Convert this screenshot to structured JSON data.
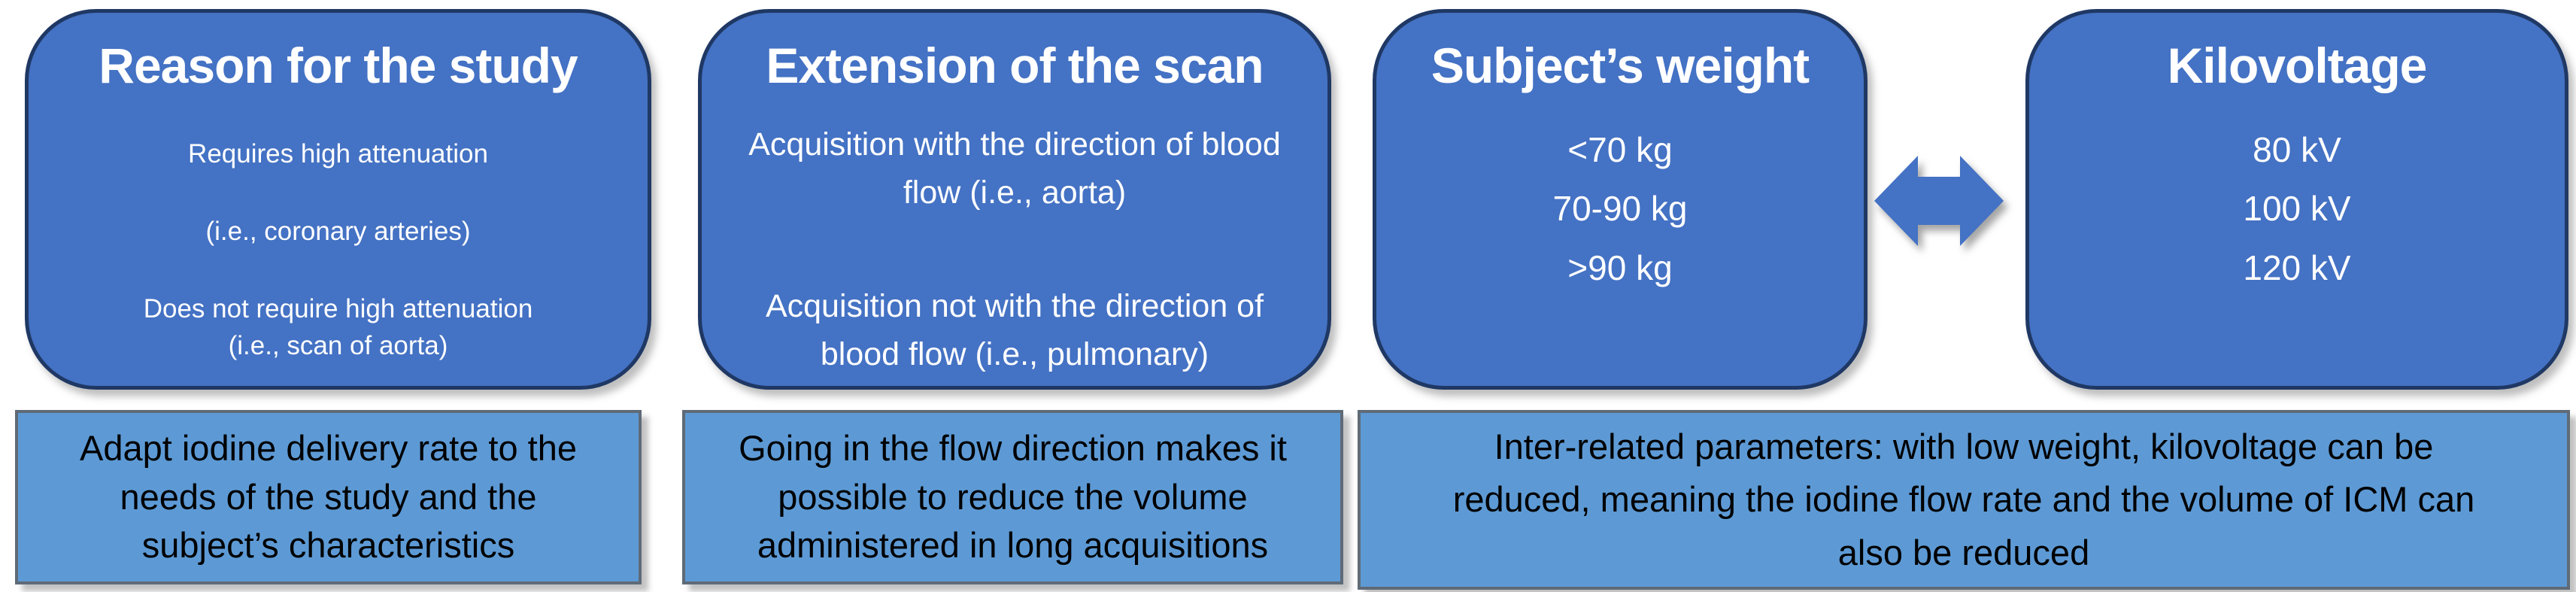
{
  "figure": {
    "background": "#ffffff",
    "colors": {
      "parameter_box_fill": "#4472c4",
      "parameter_box_border": "#1f3864",
      "parameter_box_text": "#ffffff",
      "note_box_fill": "#5d9ad5",
      "note_box_border": "#5f6b77",
      "note_box_text": "#000000",
      "arrow_fill": "#4472c4"
    },
    "icons": {
      "arrow": "left-right-arrow"
    },
    "parameter_boxes": {
      "reason": {
        "title": "Reason for the study",
        "item1": "Requires high attenuation",
        "item2": "(i.e., coronary arteries)",
        "item3": "Does not require high attenuation\n(i.e., scan of aorta)"
      },
      "extension": {
        "title": "Extension of the scan",
        "para1": "Acquisition with the direction of blood\nflow (i.e., aorta)",
        "para2": "Acquisition not with the direction of\nblood flow (i.e., pulmonary)"
      },
      "weight": {
        "title": "Subject’s weight",
        "option1": "<70 kg",
        "option2": "70-90 kg",
        "option3": ">90 kg"
      },
      "kilovoltage": {
        "title": "Kilovoltage",
        "option1": "80 kV",
        "option2": "100 kV",
        "option3": "120 kV"
      }
    },
    "note_boxes": {
      "reason": "Adapt iodine delivery rate to the\nneeds of the study and the\nsubject’s characteristics",
      "extension": "Going in the flow direction makes it\npossible to reduce the volume\nadministered in long acquisitions",
      "weight_kilovoltage": "Inter-related parameters: with low weight, kilovoltage can be\nreduced, meaning the iodine flow rate and the volume of ICM can\nalso be reduced"
    }
  }
}
